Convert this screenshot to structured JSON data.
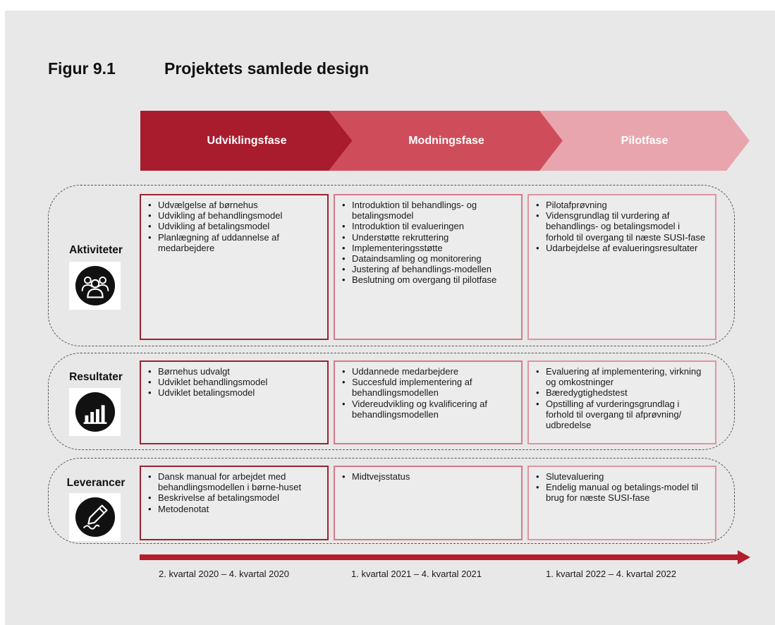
{
  "figure": {
    "number": "Figur 9.1",
    "title": "Projektets samlede design"
  },
  "colors": {
    "phase1": "#a81c2e",
    "phase2": "#cf4d5b",
    "phase3": "#e9a5ad",
    "arrow": "#b51c2c"
  },
  "phases": [
    {
      "label": "Udviklingsfase"
    },
    {
      "label": "Modningsfase"
    },
    {
      "label": "Pilotfase"
    }
  ],
  "rows": [
    {
      "label": "Aktiviteter",
      "icon": "people-group-icon",
      "cells": [
        [
          "Udvælgelse af børnehus",
          "Udvikling af behandlingsmodel",
          "Udvikling af betalingsmodel",
          "Planlægning af uddannelse af medarbejdere"
        ],
        [
          "Introduktion til behandlings- og betalingsmodel",
          "Introduktion til evalueringen",
          "Understøtte rekruttering",
          "Implementeringsstøtte",
          "Dataindsamling og monitorering",
          "Justering af behandlings-modellen",
          "Beslutning om overgang til pilotfase"
        ],
        [
          "Pilotafprøvning",
          "Vidensgrundlag til vurdering af behandlings- og betalingsmodel i forhold til overgang til næste SUSI-fase",
          "Udarbejdelse af evalueringsresultater"
        ]
      ]
    },
    {
      "label": "Resultater",
      "icon": "bar-chart-icon",
      "cells": [
        [
          "Børnehus udvalgt",
          "Udviklet behandlingsmodel",
          "Udviklet betalingsmodel"
        ],
        [
          "Uddannede medarbejdere",
          "Succesfuld implementering af behandlingsmodellen",
          "Videreudvikling og kvalificering af behandlingsmodellen"
        ],
        [
          "Evaluering af implementering, virkning og omkostninger",
          "Bæredygtighedstest",
          "Opstilling af vurderingsgrundlag i forhold til overgang til afprøvning/ udbredelse"
        ]
      ]
    },
    {
      "label": "Leverancer",
      "icon": "pen-signing-icon",
      "cells": [
        [
          "Dansk manual for arbejdet med behandlingsmodellen i børne-huset",
          "Beskrivelse af betalingsmodel",
          "Metodenotat"
        ],
        [
          "Midtvejsstatus"
        ],
        [
          "Slutevaluering",
          "Endelig manual og betalings-model til brug for næste SUSI-fase"
        ]
      ]
    }
  ],
  "timeline": {
    "periods": [
      "2. kvartal 2020 – 4. kvartal 2020",
      "1. kvartal 2021 – 4. kvartal 2021",
      "1. kvartal 2022 – 4. kvartal 2022"
    ]
  }
}
